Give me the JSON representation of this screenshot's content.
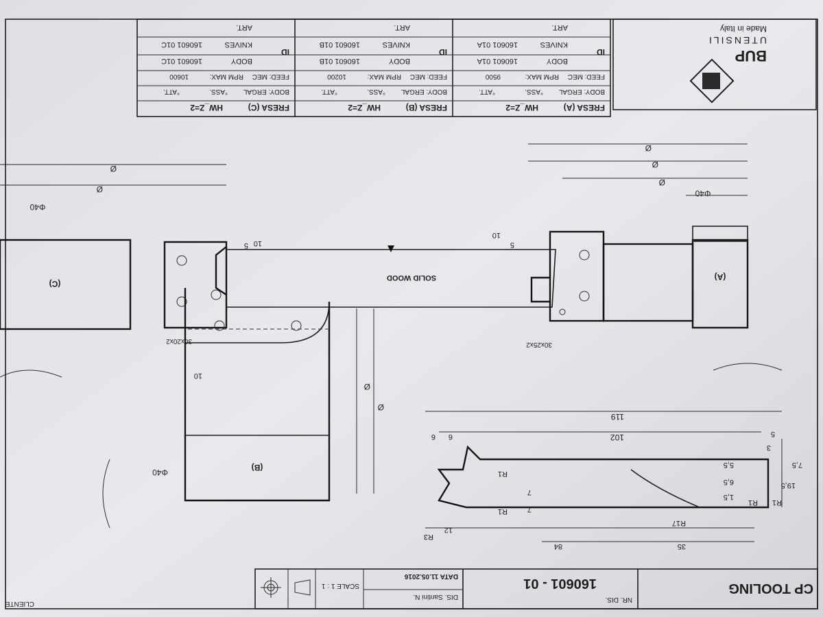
{
  "logo": {
    "brand": "BUP",
    "sub": "UTENSILI",
    "tagline": "Made in Italy"
  },
  "cutters": [
    {
      "title": "FRESA (A)",
      "hw": "HW_Z=2",
      "body": "BODY: ERGAL",
      "ass": "°ASS.",
      "att": "°ATT.",
      "feed": "FEED:",
      "mec": "MEC",
      "rpm_label": "RPM MAX:",
      "rpm": "9500",
      "id": "ID",
      "row_body_label": "BODY",
      "row_body_code": "160601 01A",
      "row_knives_label": "KNIVES",
      "row_knives_code": "160601 01A",
      "art": "ART."
    },
    {
      "title": "FRESA (B)",
      "hw": "HW_Z=2",
      "body": "BODY: ERGAL",
      "ass": "°ASS.",
      "att": "°ATT.",
      "feed": "FEED:",
      "mec": "MEC",
      "rpm_label": "RPM MAX:",
      "rpm": "10200",
      "id": "ID",
      "row_body_label": "BODY",
      "row_body_code": "160601 01B",
      "row_knives_label": "KNIVES",
      "row_knives_code": "160601 01B",
      "art": "ART."
    },
    {
      "title": "FRESA (C)",
      "hw": "HW_Z=2",
      "body": "BODY: ERGAL",
      "ass": "°ASS.",
      "att": "°ATT.",
      "feed": "FEED:",
      "mec": "MEC",
      "rpm_label": "RPM MAX:",
      "rpm": "10600",
      "id": "ID",
      "row_body_label": "BODY",
      "row_body_code": "160601 01C",
      "row_knives_label": "KNIVES",
      "row_knives_code": "160601 01C",
      "art": "ART."
    }
  ],
  "drawing": {
    "solid_wood": "SOLID WOOD",
    "label_a": "(A)",
    "label_b": "(B)",
    "label_c": "(C)",
    "phi40": "Φ40",
    "diam": "Ø",
    "bore_a": "30x25x2",
    "bore_c": "30x20x2",
    "d10": "10",
    "d5": "5"
  },
  "profile": {
    "d119": "119",
    "d102": "102",
    "d6": "6",
    "d5": "5",
    "d3": "3",
    "d7_5": "7,5",
    "d19_5": "19,5",
    "d5_5": "5,5",
    "d6_5": "6,5",
    "d1_5": "1,5",
    "d7": "7",
    "d12": "12",
    "d35": "35",
    "d84": "84",
    "r1": "R1",
    "r3": "R3",
    "r17": "R17"
  },
  "titleblock": {
    "cliente_label": "CLIENTE",
    "cliente": "CP TOOLING",
    "nrdis_label": "NR. DIS.",
    "nrdis": "160601 - 01",
    "dis": "DIS. Santini N.",
    "data": "DATA 11.05.2016",
    "scale": "SCALE 1 : 1"
  }
}
